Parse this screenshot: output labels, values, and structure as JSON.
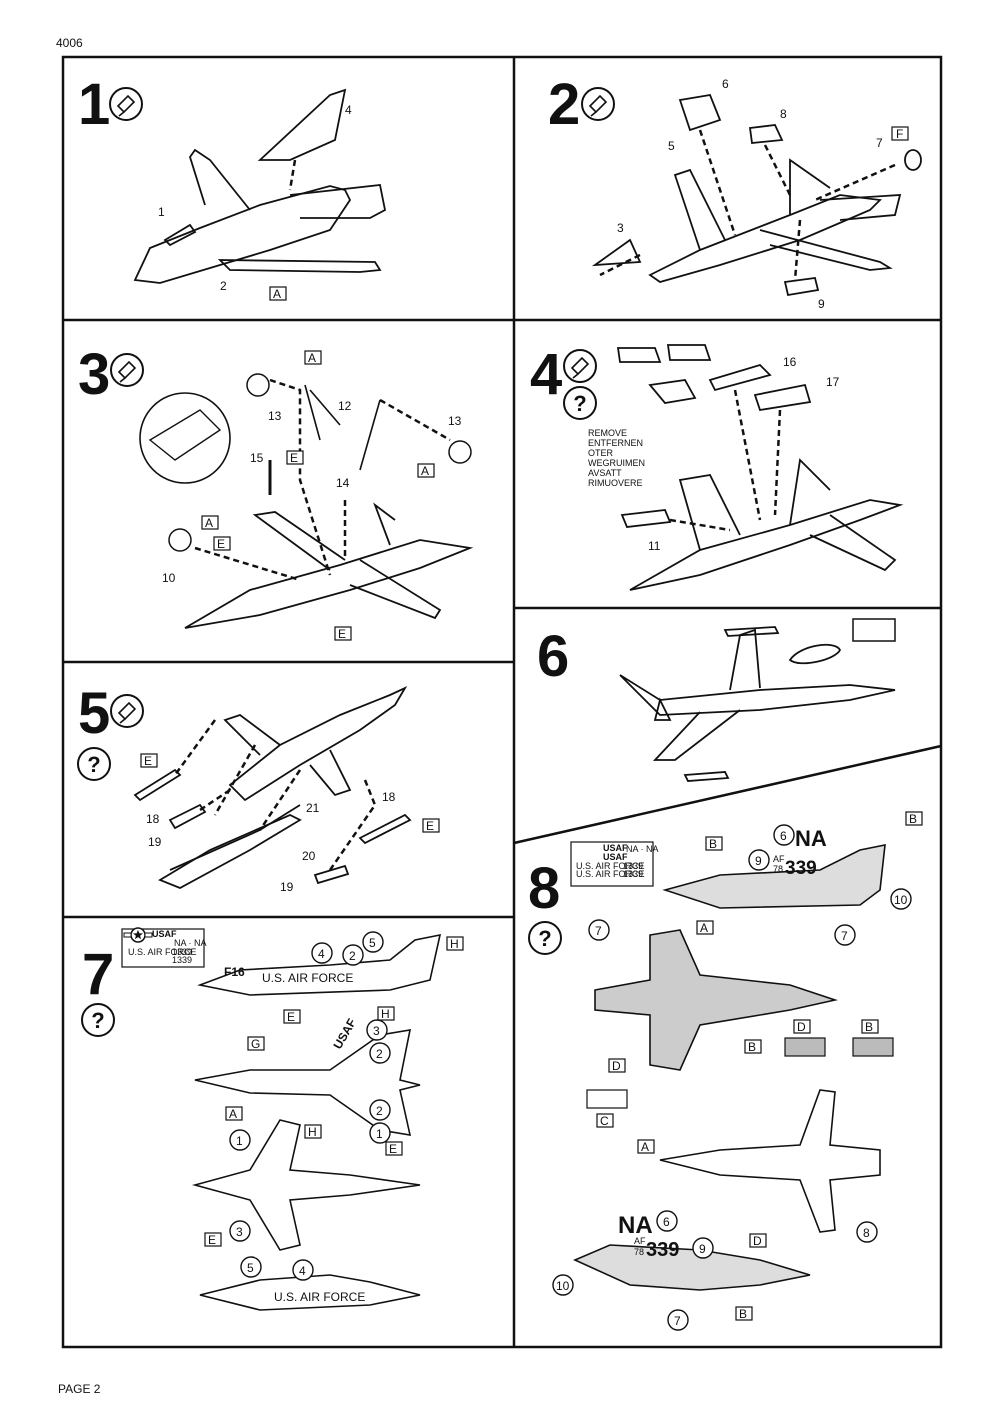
{
  "header": {
    "code": "4006"
  },
  "footer": {
    "page": "PAGE 2"
  },
  "steps": [
    {
      "num": "1",
      "parts": [
        "1",
        "2",
        "4"
      ],
      "callouts": [
        "A"
      ]
    },
    {
      "num": "2",
      "parts": [
        "3",
        "5",
        "6",
        "7",
        "8",
        "9"
      ],
      "callouts": [
        "F"
      ]
    },
    {
      "num": "3",
      "parts": [
        "10",
        "12",
        "13",
        "13",
        "14",
        "15"
      ],
      "callouts": [
        "A",
        "A",
        "A",
        "E",
        "E",
        "E"
      ]
    },
    {
      "num": "4",
      "parts": [
        "11",
        "16",
        "17"
      ],
      "remove_text": [
        "REMOVE",
        "ENTFERNEN",
        "OTER",
        "WEGRUIMEN",
        "AVSATT",
        "RIMUOVERE"
      ]
    },
    {
      "num": "5",
      "parts": [
        "18",
        "18",
        "19",
        "19",
        "20",
        "21"
      ],
      "callouts": [
        "E",
        "E"
      ]
    },
    {
      "num": "6"
    },
    {
      "num": "7",
      "decal_nums": [
        "1",
        "1",
        "2",
        "2",
        "2",
        "3",
        "3",
        "4",
        "4",
        "5",
        "5"
      ],
      "callouts": [
        "A",
        "E",
        "E",
        "E",
        "G",
        "H",
        "H",
        "H"
      ],
      "decal_sheet": [
        "USAF",
        "NA · NA",
        "U.S. AIR FORCE",
        "1339",
        "1339"
      ],
      "markings": [
        "U.S. AIR FORCE",
        "F16",
        "USAF",
        "U.S. AIR FORCE"
      ]
    },
    {
      "num": "8",
      "decal_nums": [
        "6",
        "6",
        "7",
        "7",
        "7",
        "8",
        "9",
        "9",
        "10",
        "10"
      ],
      "callouts": [
        "A",
        "A",
        "B",
        "B",
        "B",
        "B",
        "B",
        "C",
        "D",
        "D",
        "D"
      ],
      "decal_sheet": [
        "USAF",
        "USAF",
        "NA · NA",
        "U.S. AIR FORCE",
        "U.S. AIR FORCE",
        "1339",
        "1339"
      ],
      "tail_code": "NA",
      "af": "AF",
      "year": "78",
      "serial": "339"
    }
  ]
}
